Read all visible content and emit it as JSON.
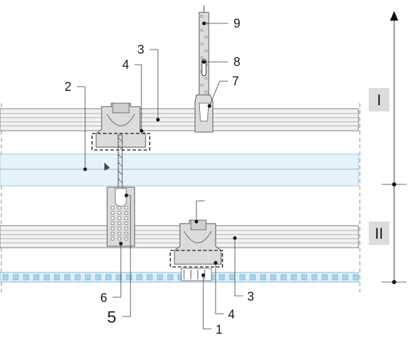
{
  "callouts": {
    "c1": "1",
    "c2": "2",
    "c3_top": "3",
    "c3_bottom": "3",
    "c4_top": "4",
    "c4_bottom": "4",
    "c5": "5",
    "c6": "6",
    "c7": "7",
    "c8": "8",
    "c9": "9"
  },
  "levels": {
    "upper": "I",
    "lower": "II"
  },
  "colors": {
    "board_fill": "#e6f3fb",
    "board_line": "#9ac4dd",
    "channel_fill": "#f2f2f2",
    "channel_line": "#7a7a7a",
    "clip_fill": "#dcdcdc",
    "level_box": "#dcdcdc",
    "ink": "#1a1a1a"
  },
  "icons": {
    "axis_arrow": "arrow-up-icon",
    "screw": "screw-icon",
    "clip": "channel-clip-icon",
    "hanger": "hanger-icon"
  }
}
